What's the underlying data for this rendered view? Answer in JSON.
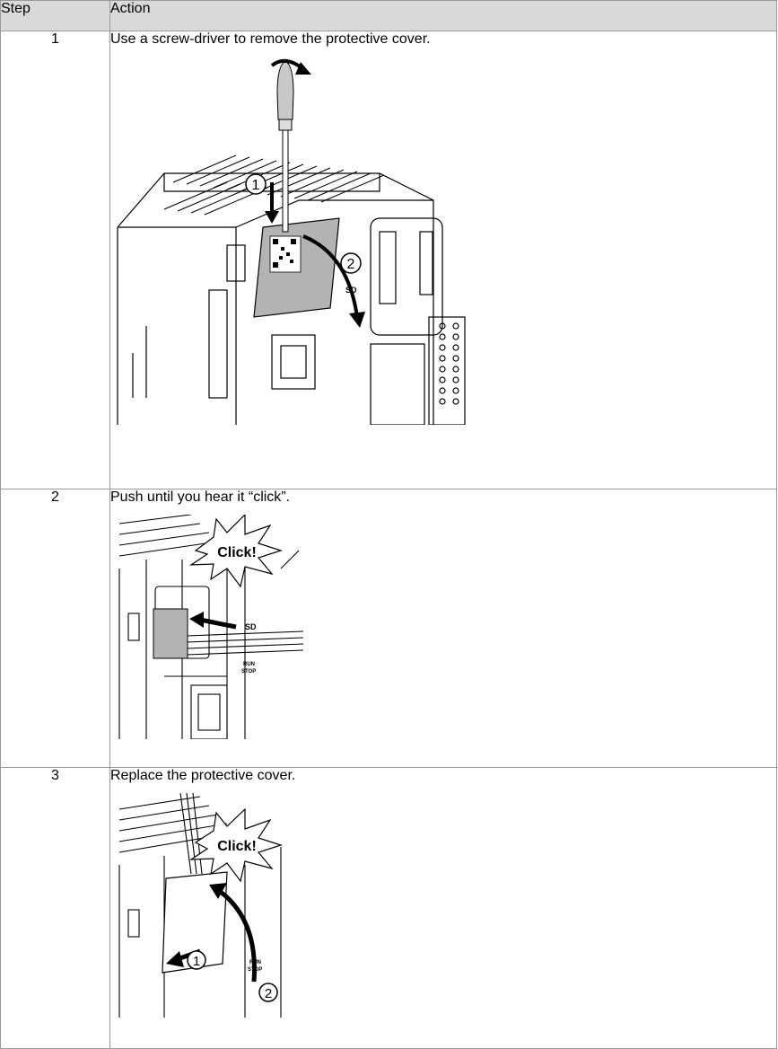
{
  "table": {
    "headers": {
      "step": "Step",
      "action": "Action"
    },
    "rows": [
      {
        "step": "1",
        "action": "Use a screw-driver to remove the protective cover.",
        "callouts": [
          "1",
          "2"
        ]
      },
      {
        "step": "2",
        "action": "Push until you hear it “click”.",
        "callouts": [
          "Click!"
        ]
      },
      {
        "step": "3",
        "action": "Replace the protective cover.",
        "callouts": [
          "Click!",
          "1",
          "2"
        ]
      }
    ]
  },
  "illustration_labels": {
    "sd": "SD",
    "run": "RUN",
    "stop": "STOP"
  },
  "colors": {
    "header_bg": "#d9d9d9",
    "cover_gray": "#b3b3b3",
    "line": "#000000"
  }
}
